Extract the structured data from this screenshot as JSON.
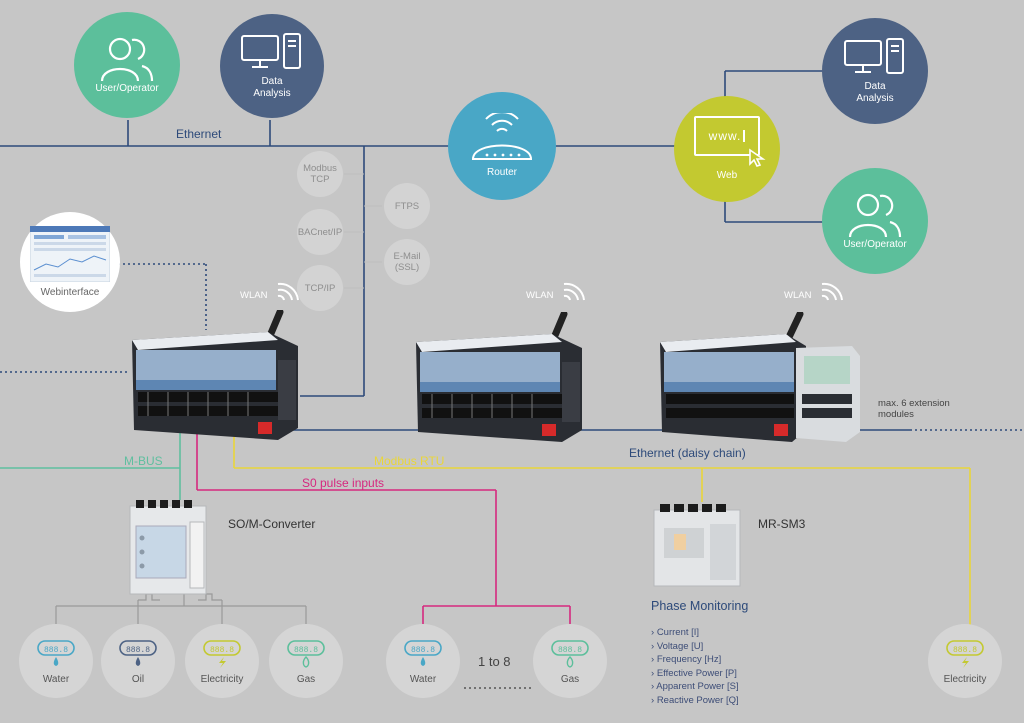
{
  "colors": {
    "background": "#c6c6c6",
    "ethernet_line": "#2d4a7a",
    "mbus_line": "#5fbf9f",
    "modbus_line": "#e9d63a",
    "s0_line": "#d6287f",
    "green": "#5cbf9b",
    "slate": "#4d6284",
    "blue": "#49a7c6",
    "lime": "#c3c930"
  },
  "top": {
    "user_operator_left": "User/Operator",
    "data_analysis_left": "Data\nAnalysis",
    "ethernet": "Ethernet",
    "router": "Router",
    "web": "Web",
    "web_screen": "www.",
    "data_analysis_right": "Data\nAnalysis",
    "user_operator_right": "User/Operator"
  },
  "protocols": {
    "modbus_tcp": "Modbus\nTCP",
    "bacnet_ip": "BACnet/IP",
    "tcp_ip": "TCP/IP",
    "ftps": "FTPS",
    "email_ssl": "E-Mail\n(SSL)"
  },
  "webinterface": "Webinterface",
  "wlan": "WLAN",
  "extension": "max. 6 extension\nmodules",
  "buses": {
    "ethernet_daisy": "Ethernet (daisy chain)",
    "modbus_rtu": "Modbus RTU",
    "m_bus": "M-BUS",
    "s0": "S0 pulse inputs"
  },
  "converter": "SO/M-Converter",
  "mr_sm3": "MR-SM3",
  "phase": {
    "title": "Phase Monitoring",
    "items": [
      "Current [I]",
      "Voltage [U]",
      "Frequency [Hz]",
      "Effective Power [P]",
      "Apparent Power [S]",
      "Reactive Power [Q]"
    ]
  },
  "meters": {
    "water": "Water",
    "oil": "Oil",
    "electricity": "Electricity",
    "gas": "Gas",
    "water2": "Water",
    "gas2": "Gas",
    "electricity2": "Electricity",
    "display": "888.8"
  },
  "range": "1 to 8"
}
